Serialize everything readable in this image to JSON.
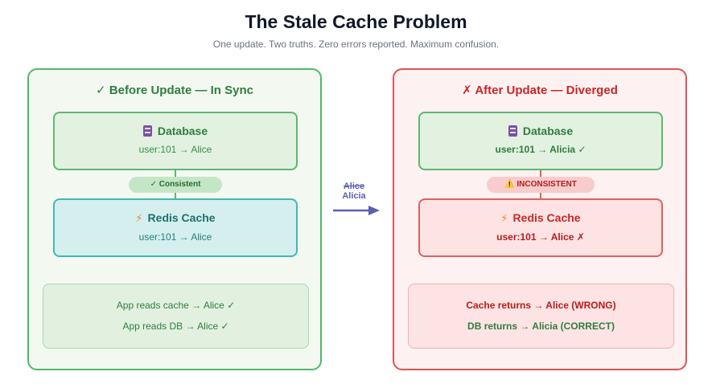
{
  "header": {
    "title": "The Stale Cache Problem",
    "subtitle": "One update. Two truths. Zero errors reported. Maximum confusion."
  },
  "before": {
    "heading": "✓ Before Update — In Sync",
    "database": {
      "icon": "database-icon",
      "title": "Database",
      "value": "user:101 → Alice"
    },
    "badge": "✓ Consistent",
    "cache": {
      "icon": "lightning-icon",
      "title": "Redis Cache",
      "value": "user:101 → Alice"
    },
    "summary": [
      "App reads cache → Alice ✓",
      "App reads DB → Alice ✓"
    ]
  },
  "transition": {
    "old_value": "Alice",
    "new_value": "Alicia",
    "icon": "arrow-right-icon"
  },
  "after": {
    "heading": "✗ After Update — Diverged",
    "database": {
      "icon": "database-icon",
      "title": "Database",
      "value": "user:101 → Alicia ✓"
    },
    "badge": "⚠️ INCONSISTENT",
    "cache": {
      "icon": "lightning-icon",
      "title": "Redis Cache",
      "value": "user:101 → Alice ✗"
    },
    "summary": [
      "Cache returns → Alice (WRONG)",
      "DB returns → Alicia (CORRECT)"
    ]
  },
  "colors": {
    "success": "#4fb86c",
    "danger": "#e05252",
    "cache_teal": "#3ebab2",
    "arrow": "#5a5fb0"
  }
}
